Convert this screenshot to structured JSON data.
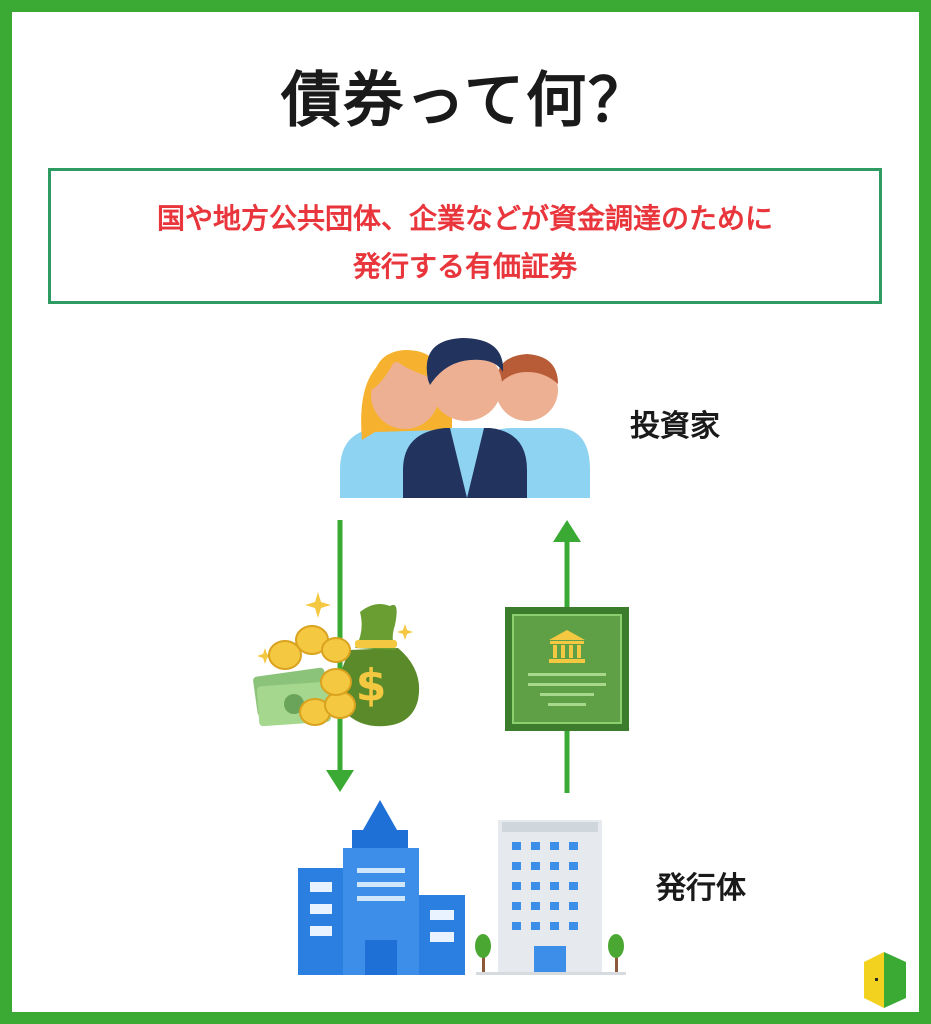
{
  "title": "債券って何？",
  "definition": {
    "line1": "国や地方公共団体、企業などが資金調達のために",
    "line2": "発行する有価証券"
  },
  "labels": {
    "investor": "投資家",
    "issuer": "発行体"
  },
  "colors": {
    "frame": "#3aaa35",
    "definition_border": "#2e9b63",
    "definition_text": "#e8363c",
    "arrow": "#3aaa35"
  },
  "icons": [
    "investors-icon",
    "money-bag-icon",
    "bond-certificate-icon",
    "office-buildings-icon",
    "logo-icon"
  ]
}
